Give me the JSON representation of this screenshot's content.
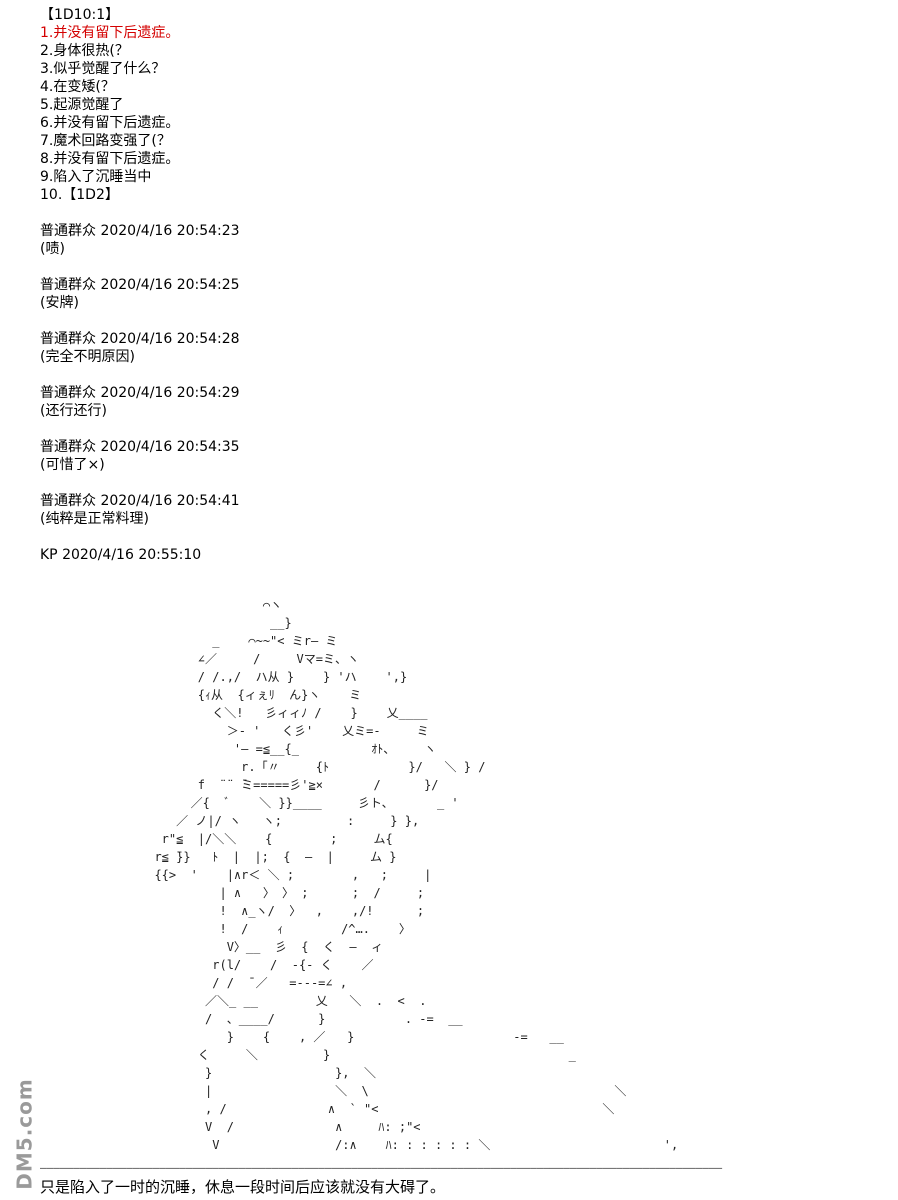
{
  "roll_header": "【1D10:1】",
  "roll_options": [
    "1.并没有留下后遗症。",
    "2.身体很热(？",
    "3.似乎觉醒了什么？",
    "4.在变矮(？",
    "5.起源觉醒了",
    "6.并没有留下后遗症。",
    "7.魔术回路变强了(？",
    "8.并没有留下后遗症。",
    "9.陷入了沉睡当中",
    "10.【1D2】"
  ],
  "comments": [
    {
      "author": "普通群众",
      "time": "2020/4/16 20:54:23",
      "text": "(啧)"
    },
    {
      "author": "普通群众",
      "time": "2020/4/16 20:54:25",
      "text": "(安牌)"
    },
    {
      "author": "普通群众",
      "time": "2020/4/16 20:54:28",
      "text": "(完全不明原因)"
    },
    {
      "author": "普通群众",
      "time": "2020/4/16 20:54:29",
      "text": "(还行还行)"
    },
    {
      "author": "普通群众",
      "time": "2020/4/16 20:54:35",
      "text": "(可惜了×)"
    },
    {
      "author": "普通群众",
      "time": "2020/4/16 20:54:41",
      "text": "(纯粹是正常料理)"
    }
  ],
  "kp_post": {
    "author": "KP",
    "time": "2020/4/16 20:55:10"
  },
  "ascii_art": "                 ⌒ヽ\n                  __}\n          _    ⌒~~\"< ミr― ミ\n        ∠／     /     Vマ=ミ、ヽ\n        / /.,/  ハ从 }    } 'ハ    ',}\n        {ｨ从  {ィぇﾘ  ん}ヽ    ミ\n          く＼!   彡ィィﾉ /    }    乂____\n            ＞- '   く彡'    乂ミ=-     ミ\n             '― =≦__{_          ｵﾄ、    ヽ\n              r.「〃     {ﾄ           }/   ＼ } /\n        f  ¨¨ ̄ミ=====彡'≧×       /      }/\n       ／{  ﾞ    ＼ }}____     彡ト、      _ '\n     ／ ノ|/ ヽ   ヽ;         :     } },\n   r\"≦  |/＼＼    {        ;     ム{\n  r≦ ̄}}   ﾄ  |  |;  {  ―  |     ム }\n  {{>  '    |∧r＜ ＼ ;        ,   ;     |\n           | ∧   〉 〉 ;      ;  /     ;\n           !  ∧_ヽ/  〉  ,    ,/!      ;\n           !  /    ｨ        /^….    〉\n            V〉__  彡  {  く  ―  ィ\n          r(l/    /  -{- く    ／\n          / /  ̄ ／   =---=∠ ,\n         ／＼_ __        乂   ＼  .  <  .\n         /  、____/      }           . -=  __\n            }    {    , ／   }                      -=   __\n        く     ＼         }                                 _\n         }                 },  ＼\n         |                 ＼  \\                                  ＼\n         , /              ∧  ` \"<                               ＼\n         V  /              ∧     ﾊ: ;\"<\n          V                /:∧    ﾊ: : : : : : ＼                        ',",
  "divider": "―――――――――――――――――――――――――――――――――――――――――――――――――――――――――――――――――――――――――――――――――――――――――――――――――――――――",
  "caption": "只是陷入了一时的沉睡，休息一段时间后应该就没有大碍了。",
  "watermark": "DM5.com"
}
